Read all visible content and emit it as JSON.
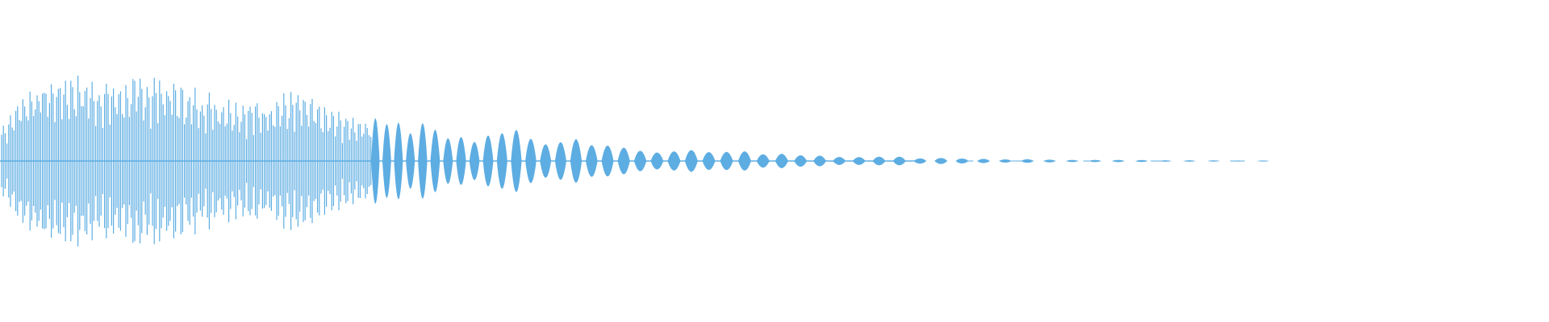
{
  "waveform": {
    "color": "#5dade2",
    "background": "#ffffff",
    "peak_envelope": [
      0.3,
      0.62,
      0.78,
      0.82,
      0.8,
      0.76,
      0.74,
      0.79,
      0.81,
      0.7,
      0.66,
      0.6,
      0.57,
      0.55,
      0.62,
      0.64,
      0.5,
      0.44,
      0.4,
      0.42,
      0.3,
      0.34,
      0.24,
      0.2,
      0.28,
      0.3,
      0.22,
      0.2,
      0.24,
      0.18,
      0.16,
      0.12,
      0.1,
      0.12,
      0.1,
      0.09,
      0.09,
      0.08,
      0.08,
      0.07,
      0.06,
      0.05,
      0.05,
      0.04,
      0.04,
      0.035,
      0.03,
      0.03,
      0.025,
      0.02,
      0.018,
      0.016,
      0.014,
      0.012,
      0.011,
      0.01,
      0.009,
      0.008,
      0.007,
      0.006,
      0.005,
      0.005,
      0.004,
      0.004
    ],
    "visible_fraction": 0.82
  }
}
